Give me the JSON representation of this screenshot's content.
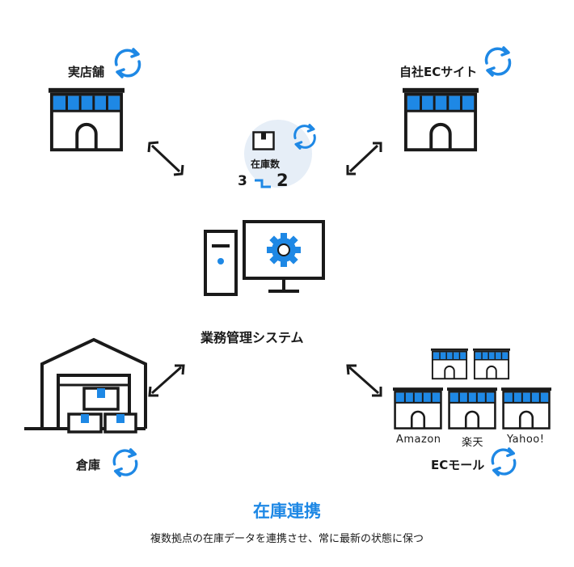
{
  "nodes": {
    "real_store": "実店舗",
    "own_ec": "自社ECサイト",
    "warehouse": "倉庫",
    "ec_mall": "ECモール",
    "system": "業務管理システム"
  },
  "inventory_badge": {
    "label": "在庫数",
    "from": "3",
    "to": "2"
  },
  "malls": [
    "Amazon",
    "楽天",
    "Yahoo!"
  ],
  "footer": {
    "title": "在庫連携",
    "subtitle": "複数拠点の在庫データを連携させ、常に最新の状態に保つ"
  },
  "colors": {
    "accent": "#1e88e5",
    "ink": "#1a1a1a",
    "badge_bg": "#e6eef7"
  }
}
